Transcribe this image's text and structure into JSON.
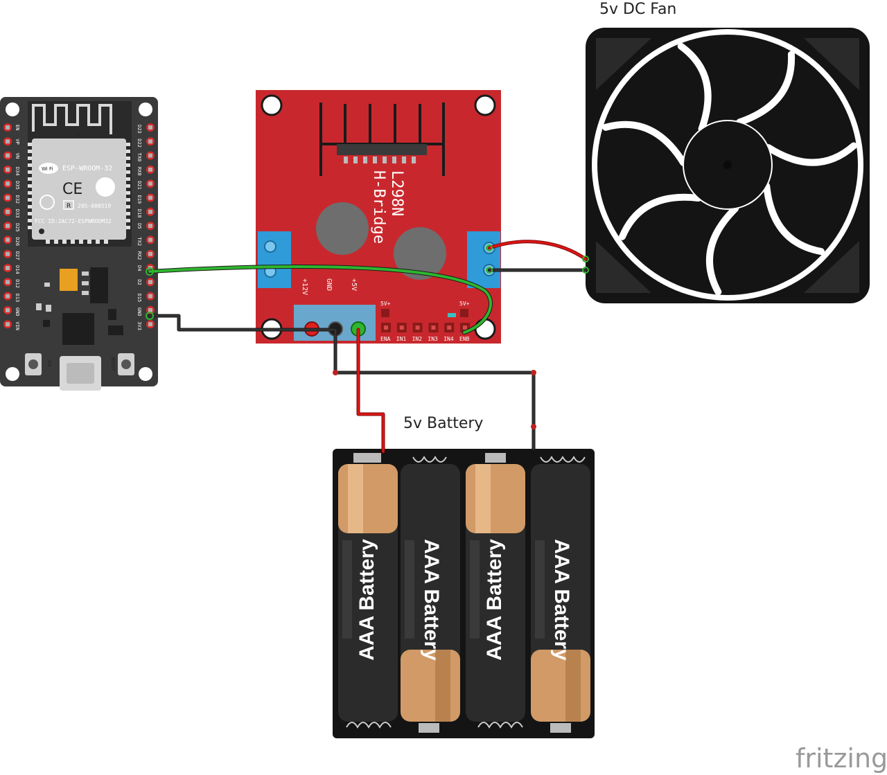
{
  "labels": {
    "fan": "5v DC Fan",
    "battery": "5v Battery",
    "watermark": "fritzing"
  },
  "esp32": {
    "module_name": "ESP-WROOM-32",
    "fcc": "FCC ID:2AC72-ESPWROOM32",
    "cert": "205-000519",
    "wifi": "Wi Fi",
    "ce": "CE",
    "r_mark": "R",
    "antenna_c": "C",
    "btn_en": "EN",
    "btn_boot": "BOOT",
    "pins_left": [
      "EN",
      "VP",
      "VN",
      "D34",
      "D35",
      "D32",
      "D33",
      "D25",
      "D26",
      "D27",
      "D14",
      "D12",
      "D13",
      "GND",
      "VIN"
    ],
    "pins_right": [
      "D23",
      "D22",
      "TX0",
      "RX0",
      "D21",
      "D19",
      "D18",
      "D5",
      "TX2",
      "RX2",
      "D4",
      "D2",
      "D15",
      "GND",
      "3V3"
    ]
  },
  "hbridge": {
    "chip": "L298N",
    "title": "H-Bridge",
    "pwr_12v": "+12V",
    "pwr_gnd": "GND",
    "pwr_5v": "+5V",
    "v5_a": "5V+",
    "v5_b": "5V+",
    "pins": [
      "ENA",
      "IN1",
      "IN2",
      "IN3",
      "IN4",
      "ENB"
    ]
  },
  "batteries": [
    {
      "label": "AAA Battery"
    },
    {
      "label": "AAA Battery"
    },
    {
      "label": "AAA Battery"
    },
    {
      "label": "AAA Battery"
    }
  ],
  "colors": {
    "wire_green": "#2fb52f",
    "wire_black": "#222222",
    "wire_red": "#e01414",
    "hbridge_board": "#c8282d",
    "esp_board": "#3a3a3a",
    "terminal_blue": "#2f9bd8",
    "battery_copper": "#d19a66",
    "battery_black": "#2b2b2b"
  }
}
